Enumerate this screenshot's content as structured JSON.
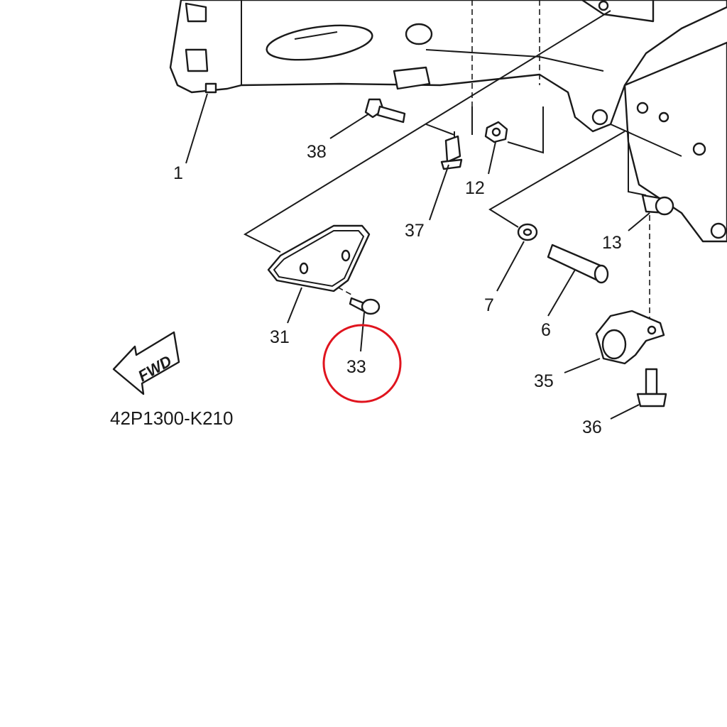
{
  "diagram": {
    "part_code": "42P1300-K210",
    "fwd_label": "FWD",
    "highlight_color": "#e0141e",
    "highlighted_part": "33",
    "callouts": {
      "p1": "1",
      "p38": "38",
      "p37": "37",
      "p12": "12",
      "p31": "31",
      "p33": "33",
      "p7": "7",
      "p6": "6",
      "p13": "13",
      "p35": "35",
      "p36": "36"
    }
  }
}
